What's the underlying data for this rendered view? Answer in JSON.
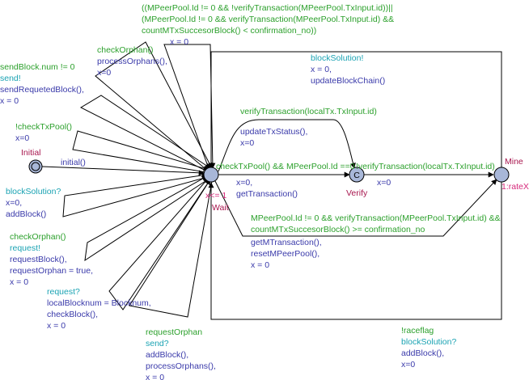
{
  "colors": {
    "guard": "#2ca02c",
    "sync": "#1ba3b3",
    "update": "#3a3aaa",
    "invariant": "#d6287a",
    "location_name": "#a8174f",
    "edge": "#000000",
    "node_fill": "#a8b7d8"
  },
  "locations": {
    "initial": {
      "name": "Initial",
      "initial": true
    },
    "wait": {
      "name": "Wait",
      "invariant": "x<= 1"
    },
    "verify": {
      "name": "Verify",
      "committed_mark": "C"
    },
    "mine": {
      "name": "Mine",
      "rate": "1:rateX"
    }
  },
  "edges": {
    "initial": {
      "update": "initial()"
    },
    "orphan_verify": {
      "guard": [
        "((MPeerPool.Id != 0 && !verifyTransaction(MPeerPool.TxInput.id))||",
        "(MPeerPool.Id != 0 && verifyTransaction(MPeerPool.TxInput.id) &&",
        " countMTxSuccesorBlock() < confirmation_no))"
      ],
      "update": [
        "x = 0"
      ]
    },
    "check_orphan_top": {
      "guard": [
        "checkOrphan()"
      ],
      "update": [
        "processOrphans(),",
        "x=0"
      ]
    },
    "send_block": {
      "guard": [
        "sendBlock.num != 0"
      ],
      "sync": [
        "send!"
      ],
      "update": [
        "sendRequetedBlock(),",
        "x = 0"
      ]
    },
    "check_tx_pool_neg": {
      "guard": [
        "!checkTxPool()"
      ],
      "update": [
        "x=0"
      ]
    },
    "block_solution_recv": {
      "sync": [
        "blockSolution?"
      ],
      "update": [
        "x=0,",
        "addBlock()"
      ]
    },
    "check_orphan_request": {
      "guard": [
        "checkOrphan()"
      ],
      "sync": [
        "request!"
      ],
      "update": [
        "requestBlock(),",
        "requestOrphan = true,",
        "x = 0"
      ]
    },
    "request_recv": {
      "sync": [
        "request?"
      ],
      "update": [
        "localBlocknum = Blocknum,",
        "checkBlock(),",
        "x = 0"
      ]
    },
    "request_orphan_send": {
      "guard": [
        "requestOrphan"
      ],
      "sync": [
        "send?"
      ],
      "update": [
        "addBlock(),",
        "processOrphans(),",
        "x = 0"
      ]
    },
    "block_solution_send": {
      "sync": [
        "blockSolution!"
      ],
      "update": [
        "x = 0,",
        "updateBlockChain()"
      ]
    },
    "verify_local_tx": {
      "guard": [
        "verifyTransaction(localTx.TxInput.id)"
      ],
      "update": [
        "updateTxStatus(),",
        "x=0"
      ]
    },
    "wait_to_verify": {
      "guard": [
        "checkTxPool() && MPeerPool.Id ==0"
      ],
      "update": [
        "x=0,",
        "getTransaction()"
      ]
    },
    "verify_to_mine": {
      "guard": [
        "!verifyTransaction(localTx.TxInput.id)"
      ],
      "update": [
        "x=0"
      ]
    },
    "wait_to_mine": {
      "guard": [
        "MPeerPool.Id != 0 && verifyTransaction(MPeerPool.TxInput.id) &&",
        "countMTxSuccesorBlock() >= confirmation_no"
      ],
      "update": [
        "getMTransaction(),",
        "resetMPeerPool(),",
        "x = 0"
      ]
    },
    "mine_to_wait": {
      "guard": [
        "!raceflag"
      ],
      "sync": [
        "blockSolution?"
      ],
      "update": [
        "addBlock(),",
        "x=0"
      ]
    }
  }
}
